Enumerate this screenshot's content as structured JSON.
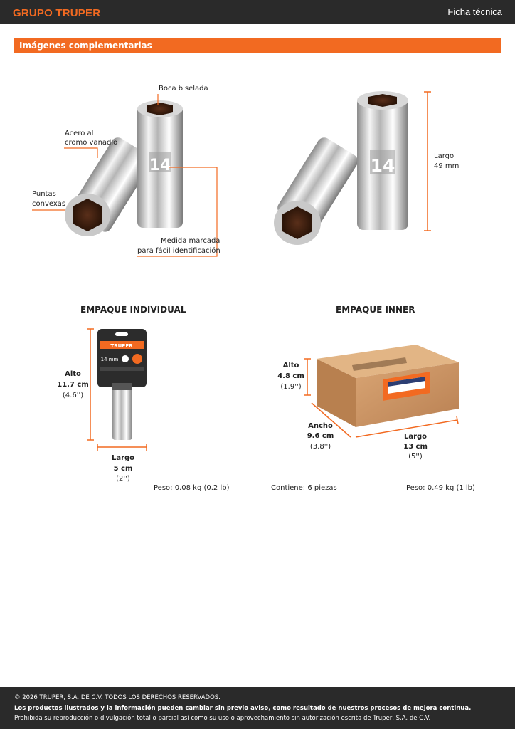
{
  "header": {
    "logo": "GRUPO TRUPER",
    "doc_type": "Ficha técnica"
  },
  "section": {
    "title": "Imágenes complementarias"
  },
  "socket_labels": {
    "boca": "Boca biselada",
    "acero_1": "Acero al",
    "acero_2": "cromo vanadio",
    "puntas_1": "Puntas",
    "puntas_2": "convexas",
    "medida_1": "Medida marcada",
    "medida_2": "para fácil identificación",
    "size_mark": "14"
  },
  "dimension": {
    "largo_label": "Largo",
    "largo_value": "49 mm"
  },
  "individual": {
    "title": "EMPAQUE INDIVIDUAL",
    "alto_label": "Alto",
    "alto_cm": "11.7 cm",
    "alto_in": "(4.6'')",
    "largo_label": "Largo",
    "largo_cm": "5 cm",
    "largo_in": "(2'')",
    "peso": "Peso: 0.08 kg (0.2 lb)",
    "card_brand": "TRUPER",
    "card_size": "14 mm"
  },
  "inner": {
    "title": "EMPAQUE INNER",
    "alto_label": "Alto",
    "alto_cm": "4.8 cm",
    "alto_in": "(1.9'')",
    "ancho_label": "Ancho",
    "ancho_cm": "9.6 cm",
    "ancho_in": "(3.8'')",
    "largo_label": "Largo",
    "largo_cm": "13 cm",
    "largo_in": "(5'')",
    "contiene": "Contiene: 6 piezas",
    "peso": "Peso: 0.49 kg (1 lb)"
  },
  "footer": {
    "line1": "© 2026 TRUPER, S.A. DE C.V. TODOS LOS DERECHOS RESERVADOS.",
    "line2": "Los productos ilustrados y la información pueden cambiar sin previo aviso, como resultado de nuestros procesos de mejora continua.",
    "line3": "Prohibida su reproducción o divulgación total o parcial así como su uso o aprovechamiento sin autorización escrita de Truper, S.A. de C.V."
  },
  "colors": {
    "accent": "#f26a21",
    "dark": "#2a2a2a"
  }
}
